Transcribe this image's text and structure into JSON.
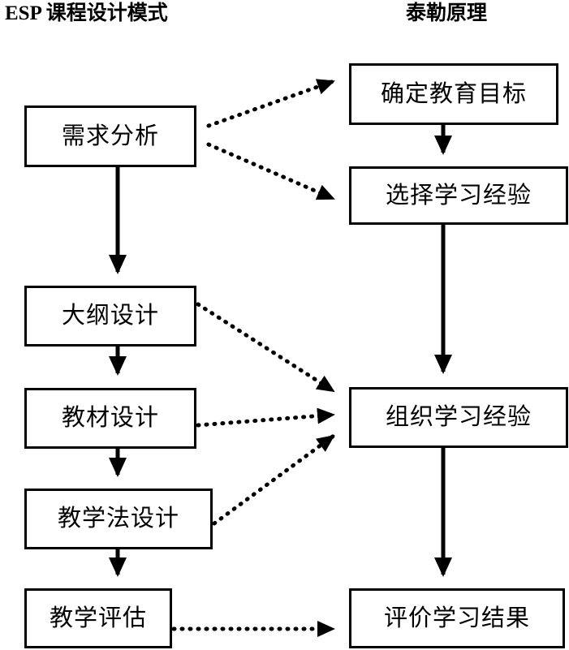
{
  "figure": {
    "titles": {
      "left": "ESP 课程设计模式",
      "right": "泰勒原理"
    },
    "left_column": [
      {
        "id": "needs-analysis",
        "label": "需求分析"
      },
      {
        "id": "syllabus-design",
        "label": "大纲设计"
      },
      {
        "id": "materials-design",
        "label": "教材设计"
      },
      {
        "id": "methodology-design",
        "label": "教学法设计"
      },
      {
        "id": "teaching-evaluation",
        "label": "教学评估"
      }
    ],
    "right_column": [
      {
        "id": "define-objectives",
        "label": "确定教育目标"
      },
      {
        "id": "select-experiences",
        "label": "选择学习经验"
      },
      {
        "id": "organize-experiences",
        "label": "组织学习经验"
      },
      {
        "id": "evaluate-results",
        "label": "评价学习结果"
      }
    ],
    "edges": [
      {
        "from": "needs-analysis",
        "to": "syllabus-design",
        "style": "solid"
      },
      {
        "from": "syllabus-design",
        "to": "materials-design",
        "style": "solid"
      },
      {
        "from": "materials-design",
        "to": "methodology-design",
        "style": "solid"
      },
      {
        "from": "methodology-design",
        "to": "teaching-evaluation",
        "style": "solid"
      },
      {
        "from": "define-objectives",
        "to": "select-experiences",
        "style": "solid"
      },
      {
        "from": "select-experiences",
        "to": "organize-experiences",
        "style": "solid"
      },
      {
        "from": "organize-experiences",
        "to": "evaluate-results",
        "style": "solid"
      },
      {
        "from": "needs-analysis",
        "to": "define-objectives",
        "style": "dotted"
      },
      {
        "from": "needs-analysis",
        "to": "select-experiences",
        "style": "dotted"
      },
      {
        "from": "syllabus-design",
        "to": "organize-experiences",
        "style": "dotted"
      },
      {
        "from": "materials-design",
        "to": "organize-experiences",
        "style": "dotted"
      },
      {
        "from": "methodology-design",
        "to": "organize-experiences",
        "style": "dotted"
      },
      {
        "from": "teaching-evaluation",
        "to": "evaluate-results",
        "style": "dotted"
      }
    ],
    "colors": {
      "stroke": "#000000",
      "background": "#ffffff"
    }
  }
}
